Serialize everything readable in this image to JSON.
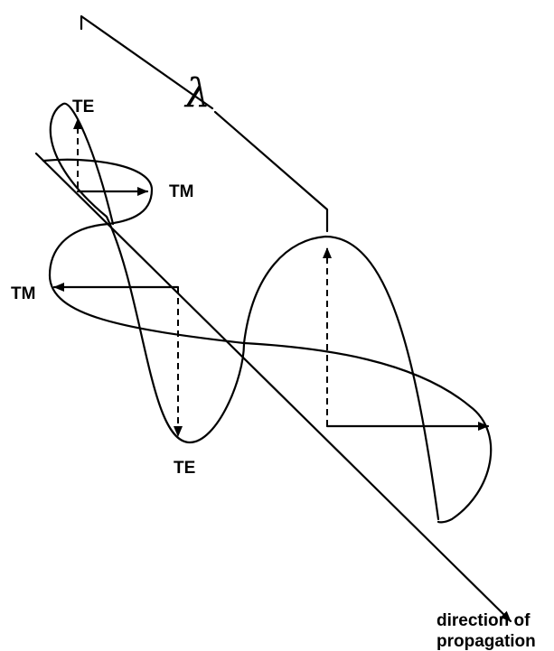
{
  "labels": {
    "te_top": "TE",
    "tm_top": "TM",
    "tm_left": "TM",
    "te_bottom": "TE",
    "lambda": "λ",
    "direction_line1": "direction of",
    "direction_line2": "propagation"
  },
  "colors": {
    "ink": "#000000",
    "background": "#ffffff"
  }
}
